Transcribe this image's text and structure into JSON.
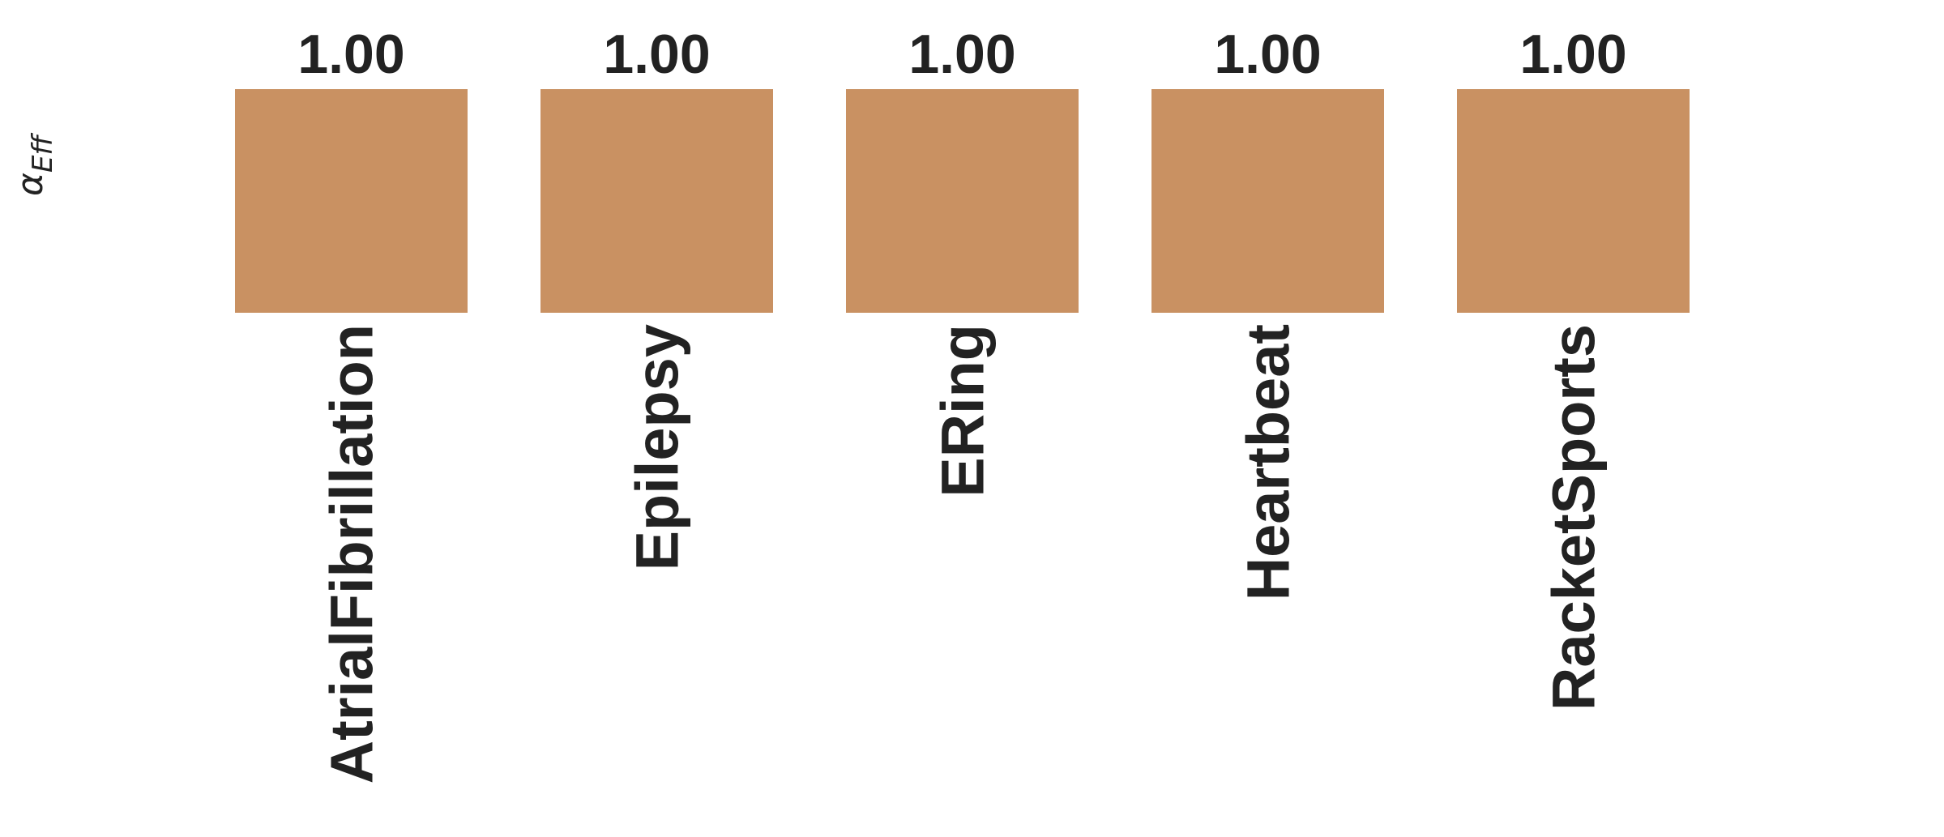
{
  "chart_data": {
    "type": "heatmap",
    "row_label": {
      "symbol": "α",
      "subscript": "Eff"
    },
    "categories": [
      "AtrialFibrillation",
      "Epilepsy",
      "ERing",
      "Heartbeat",
      "RacketSports"
    ],
    "values": [
      1.0,
      1.0,
      1.0,
      1.0,
      1.0
    ],
    "value_labels": [
      "1.00",
      "1.00",
      "1.00",
      "1.00",
      "1.00"
    ],
    "cell_color": "#C99162",
    "text_color": "#222222"
  }
}
